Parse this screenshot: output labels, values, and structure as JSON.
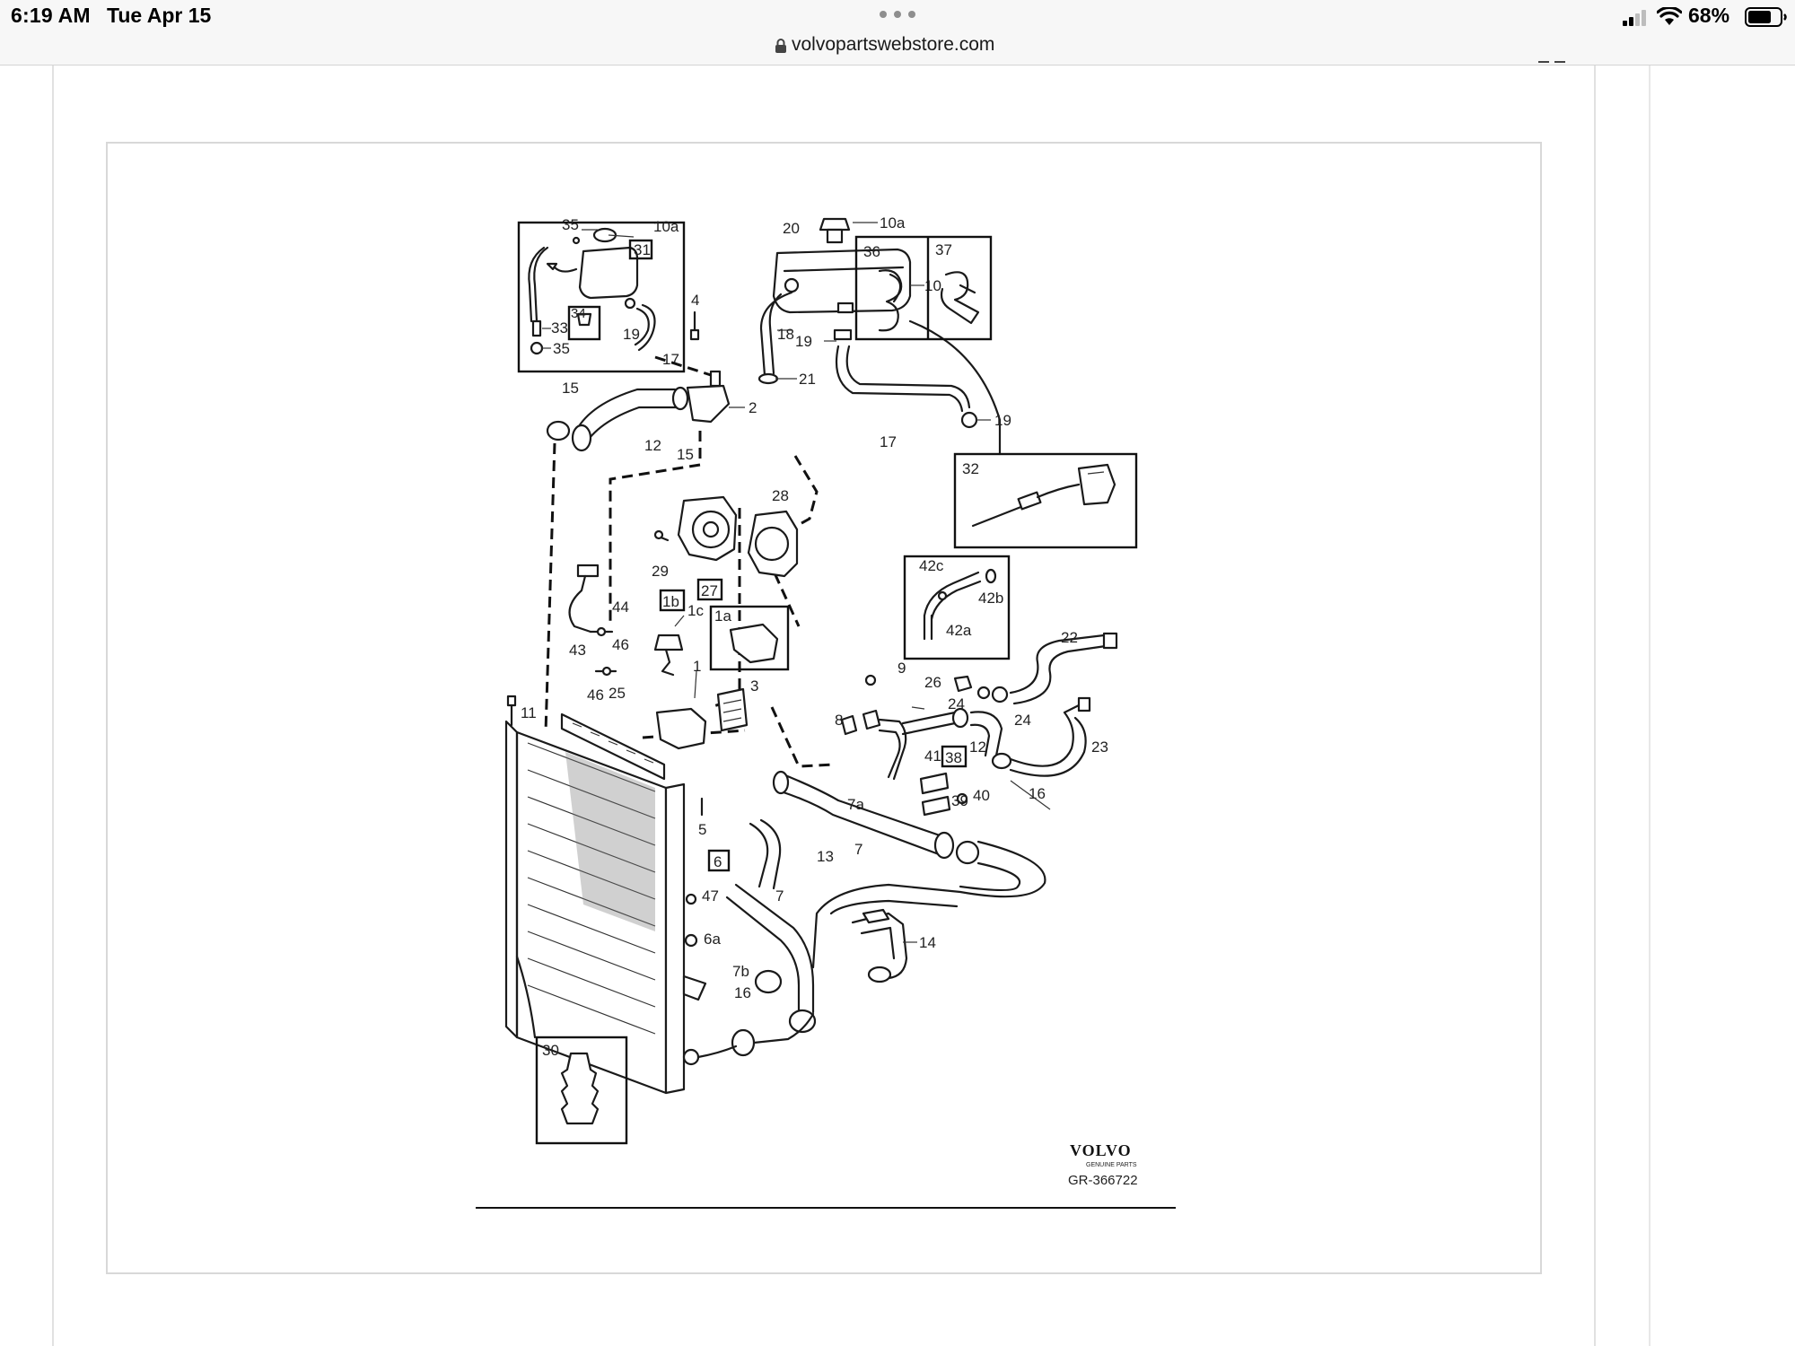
{
  "status_bar": {
    "time": "6:19 AM",
    "date": "Tue Apr 15",
    "battery": "68%",
    "icons": [
      "cellular-signal-icon",
      "wifi-icon",
      "battery-icon"
    ]
  },
  "browser": {
    "url": "volvopartswebstore.com",
    "lock_icon": "lock-icon",
    "dots_icon": "multitask-dots-icon"
  },
  "diagram": {
    "brand": "VOLVO",
    "brand_sub": "GENUINE PARTS",
    "ref_code": "GR-366722",
    "callouts": {
      "c35a": "35",
      "c10a_l": "10a",
      "c31": "31",
      "c33": "33",
      "c34": "34",
      "c19a": "19",
      "c35b": "35",
      "c17a": "17",
      "c20": "20",
      "c10a_r": "10a",
      "c10": "10",
      "c18": "18",
      "c19b": "19",
      "c21": "21",
      "c4": "4",
      "c36": "36",
      "c37": "37",
      "c15a": "15",
      "c12a": "12",
      "c15b": "15",
      "c2": "2",
      "c17b": "17",
      "c19c": "19",
      "c32": "32",
      "c28": "28",
      "c29": "29",
      "c27": "27",
      "c1b": "1b",
      "c1c": "1c",
      "c1a": "1a",
      "c42c": "42c",
      "c42b": "42b",
      "c42a": "42a",
      "c44": "44",
      "c43": "43",
      "c46a": "46",
      "c46b": "46",
      "c25": "25",
      "c1": "1",
      "c3": "3",
      "c11": "11",
      "c9": "9",
      "c26": "26",
      "c24a": "24",
      "c22": "22",
      "c24b": "24",
      "c23": "23",
      "c8": "8",
      "c41": "41",
      "c38": "38",
      "c12b": "12",
      "c39": "39",
      "c40": "40",
      "c7a": "7a",
      "c16a": "16",
      "c5": "5",
      "c6": "6",
      "c7b_lbl": "7",
      "c13": "13",
      "c47": "47",
      "c7c": "7",
      "c14": "14",
      "c6a": "6a",
      "c7b": "7b",
      "c16b": "16",
      "c30": "30"
    }
  }
}
